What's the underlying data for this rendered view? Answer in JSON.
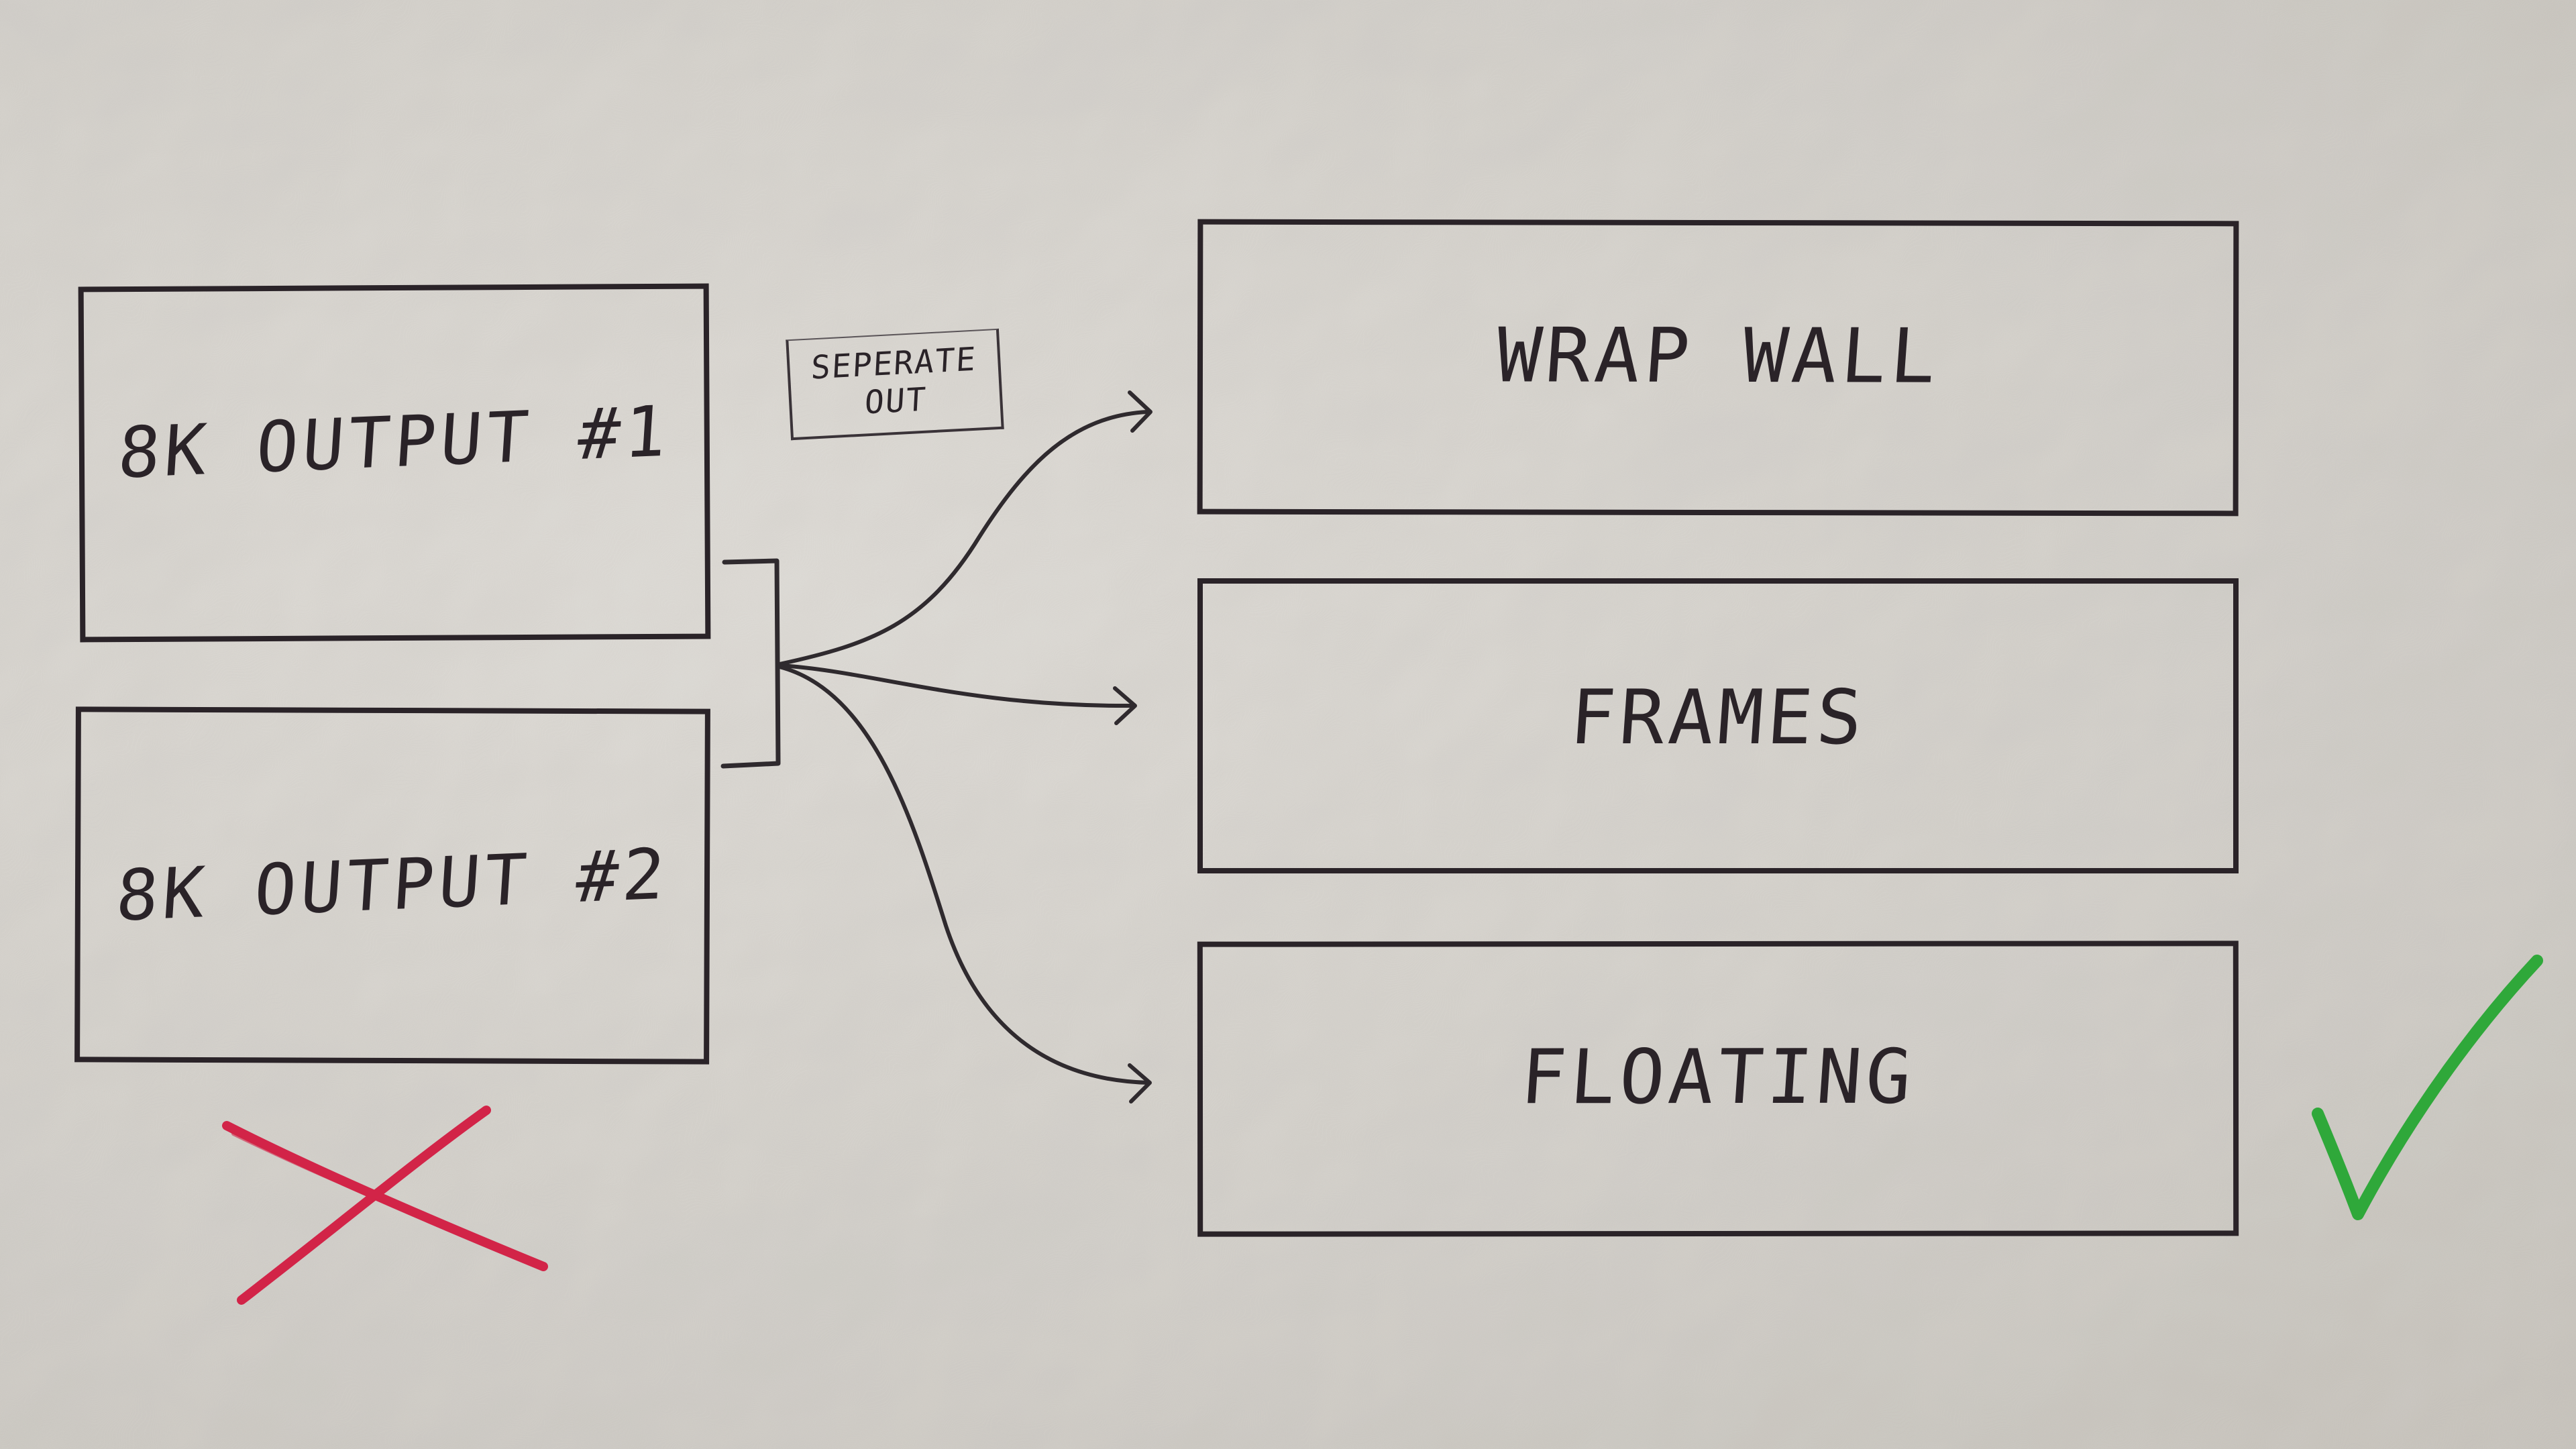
{
  "diagram": {
    "sources": [
      {
        "id": "output-1",
        "label": "8K OUTPUT #1"
      },
      {
        "id": "output-2",
        "label": "8K OUTPUT #2"
      }
    ],
    "targets": [
      {
        "id": "wrap-wall",
        "label": "WRAP WALL"
      },
      {
        "id": "frames",
        "label": "FRAMES"
      },
      {
        "id": "floating",
        "label": "FLOATING"
      }
    ],
    "note": {
      "line1": "SEPERATE",
      "line2": "OUT"
    },
    "marks": {
      "rejected": {
        "icon": "x-mark-icon",
        "color": "#d22448"
      },
      "approved": {
        "icon": "check-mark-icon",
        "color": "#2fa83a"
      }
    },
    "colors": {
      "ink": "#2a2328",
      "paper": "#e4e1dc"
    }
  }
}
